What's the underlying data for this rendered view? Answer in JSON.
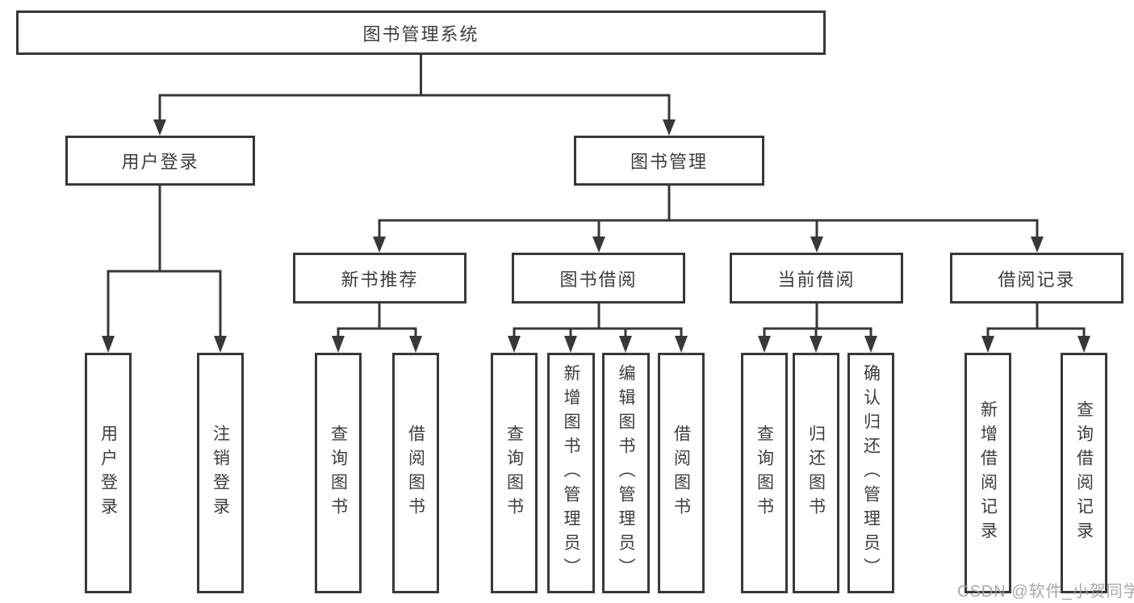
{
  "tree": {
    "label": "图书管理系统",
    "children": [
      {
        "label": "用户登录",
        "children": [
          {
            "label": "用户登录"
          },
          {
            "label": "注销登录"
          }
        ]
      },
      {
        "label": "图书管理",
        "children": [
          {
            "label": "新书推荐",
            "children": [
              {
                "label": "查询图书"
              },
              {
                "label": "借阅图书"
              }
            ]
          },
          {
            "label": "图书借阅",
            "children": [
              {
                "label": "查询图书"
              },
              {
                "label": "新增图书（管理员）"
              },
              {
                "label": "编辑图书（管理员）"
              },
              {
                "label": "借阅图书"
              }
            ]
          },
          {
            "label": "当前借阅",
            "children": [
              {
                "label": "查询图书"
              },
              {
                "label": "归还图书"
              },
              {
                "label": "确认归还（管理员）"
              }
            ]
          },
          {
            "label": "借阅记录",
            "children": [
              {
                "label": "新增借阅记录"
              },
              {
                "label": "查询借阅记录"
              }
            ]
          }
        ]
      }
    ]
  },
  "watermark": "CSDN @软件_小贺同学",
  "colors": {
    "line": "#383838",
    "box_border": "#383838",
    "text": "#3d3d3d",
    "watermark": "#9e9e9e",
    "background": "#ffffff"
  }
}
